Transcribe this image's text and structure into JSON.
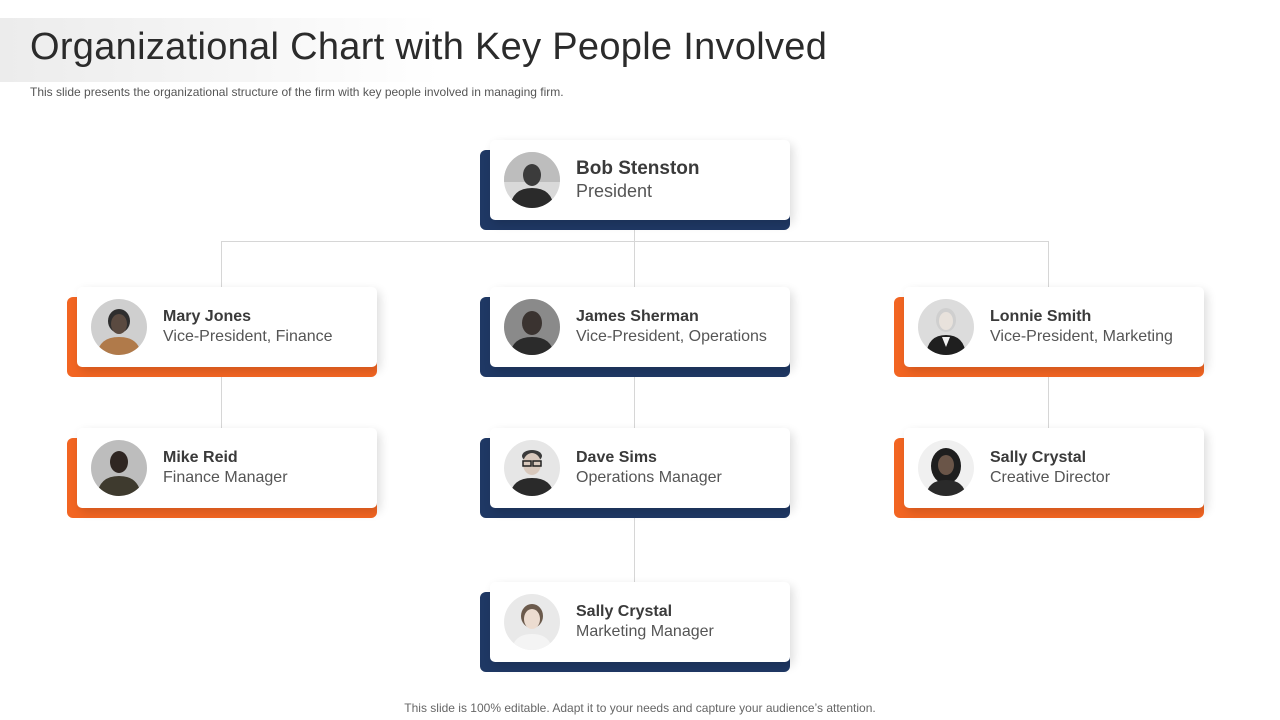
{
  "slide": {
    "title": "Organizational Chart with Key People Involved",
    "subtitle": "This slide presents the organizational structure of the firm with key people involved in managing firm.",
    "footer": "This slide is 100% editable. Adapt it to your needs and capture your audience’s attention."
  },
  "colors": {
    "orange_accent": "#f26522",
    "navy_accent": "#1f3864",
    "connector": "#d6d6d6"
  },
  "people": {
    "president": {
      "name": "Bob Stenston",
      "role": "President",
      "accent": "navy",
      "avatar_icon": "person-photo-icon"
    },
    "vp_finance": {
      "name": "Mary Jones",
      "role": "Vice-President, Finance",
      "accent": "orange",
      "avatar_icon": "person-photo-icon"
    },
    "vp_operations": {
      "name": "James Sherman",
      "role": "Vice-President, Operations",
      "accent": "navy",
      "avatar_icon": "person-photo-icon"
    },
    "vp_marketing": {
      "name": "Lonnie Smith",
      "role": "Vice-President, Marketing",
      "accent": "orange",
      "avatar_icon": "person-photo-icon"
    },
    "finance_manager": {
      "name": "Mike Reid",
      "role": "Finance Manager",
      "accent": "orange",
      "avatar_icon": "person-photo-icon"
    },
    "operations_manager": {
      "name": "Dave Sims",
      "role": "Operations Manager",
      "accent": "navy",
      "avatar_icon": "person-photo-icon"
    },
    "creative_director": {
      "name": "Sally Crystal",
      "role": "Creative Director",
      "accent": "orange",
      "avatar_icon": "person-photo-icon"
    },
    "marketing_manager": {
      "name": "Sally Crystal",
      "role": "Marketing Manager",
      "accent": "navy",
      "avatar_icon": "person-photo-icon"
    }
  }
}
